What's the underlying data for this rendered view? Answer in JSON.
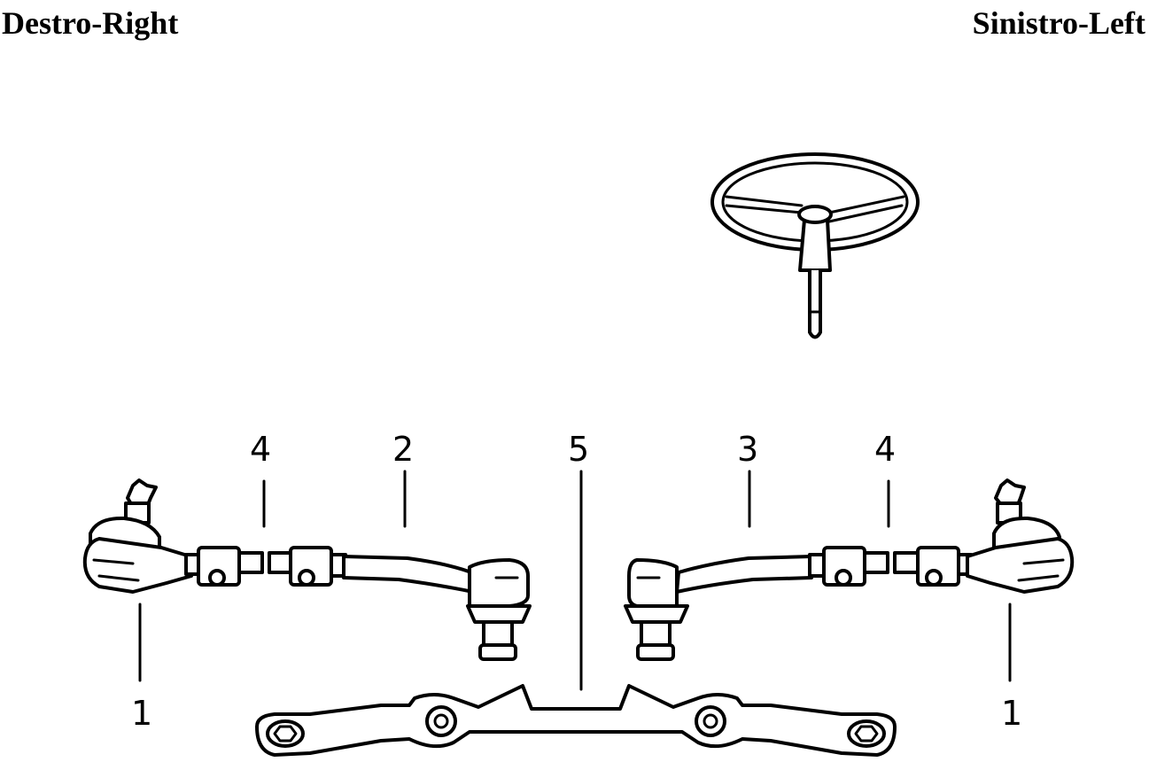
{
  "headings": {
    "right": "Destro-Right",
    "left": "Sinistro-Left"
  },
  "callouts": {
    "tie_rod_end_right": "1",
    "tie_rod_end_left": "1",
    "tie_rod_right": "2",
    "tie_rod_left": "3",
    "clamp_right": "4",
    "clamp_left": "4",
    "center_link": "5"
  },
  "colors": {
    "line": "#000000",
    "background": "#ffffff"
  }
}
